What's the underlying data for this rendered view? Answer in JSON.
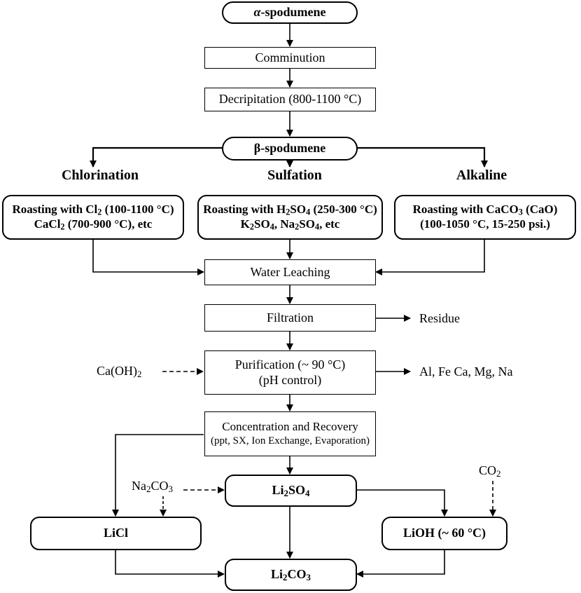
{
  "title_node": {
    "prefix": "α",
    "text": "-spodumene"
  },
  "comminution": "Comminution",
  "decripitation": "Decripitation (800-1100 °C)",
  "beta_node": "β-spodumene",
  "routes": {
    "chlorination": "Chlorination",
    "sulfation": "Sulfation",
    "alkaline": "Alkaline"
  },
  "chlorination_box": {
    "line1_a": "Roasting with Cl",
    "line1_sub": "2",
    "line1_b": " (100-1100 °C)",
    "line2_a": "CaCl",
    "line2_sub": "2",
    "line2_b": " (700-900 °C), etc"
  },
  "sulfation_box": {
    "line1_a": "Roasting with H",
    "line1_sub1": "2",
    "line1_b": "SO",
    "line1_sub2": "4",
    "line1_c": " (250-300 °C)",
    "line2_a": "K",
    "line2_sub1": "2",
    "line2_b": "SO",
    "line2_sub2": "4",
    "line2_c": ", Na",
    "line2_sub3": "2",
    "line2_d": "SO",
    "line2_sub4": "4",
    "line2_e": ", etc"
  },
  "alkaline_box": {
    "line1_a": "Roasting with CaCO",
    "line1_sub": "3",
    "line1_b": " (CaO)",
    "line2": "(100-1050 °C, 15-250 psi.)"
  },
  "water_leaching": "Water Leaching",
  "filtration": "Filtration",
  "residue": "Residue",
  "purification": {
    "line1": "Purification (~ 90 °C)",
    "line2": "(pH control)"
  },
  "caoh2": {
    "a": "Ca(OH)",
    "sub": "2"
  },
  "impurities": "Al, Fe Ca, Mg, Na",
  "concentration": {
    "line1": "Concentration and Recovery",
    "line2": "(ppt, SX, Ion Exchange, Evaporation)"
  },
  "na2co3": {
    "a": "Na",
    "sub1": "2",
    "b": "CO",
    "sub2": "3"
  },
  "co2": {
    "a": "CO",
    "sub": "2"
  },
  "li2so4": {
    "a": "Li",
    "sub": "2",
    "b": "SO",
    "sub2": "4"
  },
  "licl": "LiCl",
  "lioh": "LiOH (~ 60 °C)",
  "li2co3": {
    "a": "Li",
    "sub": "2",
    "b": "CO",
    "sub2": "3"
  }
}
